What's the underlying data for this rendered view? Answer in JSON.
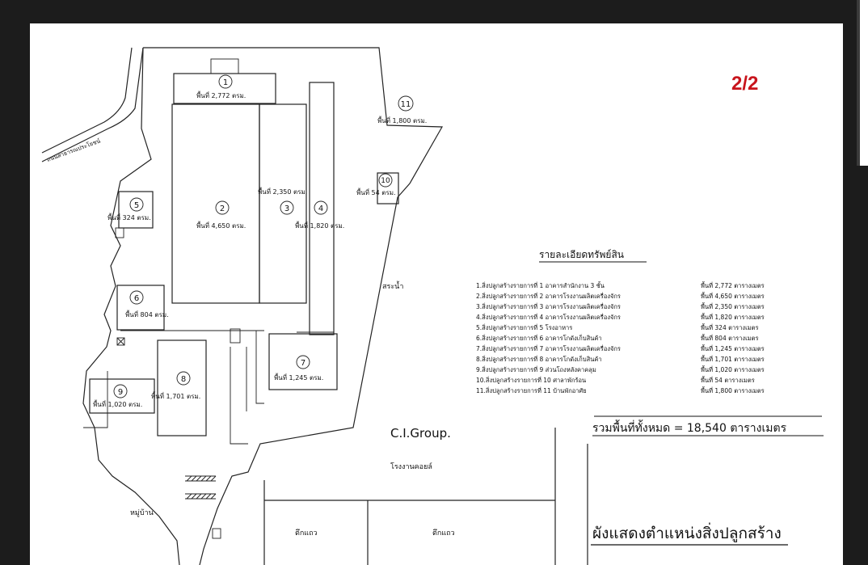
{
  "page_number": "2/2",
  "buildings": [
    {
      "num": "1",
      "area": "พื้นที่ 2,772 ตรม."
    },
    {
      "num": "2",
      "area": "พื้นที่ 4,650 ตรม."
    },
    {
      "num": "3",
      "area": "พื้นที่ 2,350 ตรม."
    },
    {
      "num": "4",
      "area": "พื้นที่ 1,820 ตรม."
    },
    {
      "num": "5",
      "area": "พื้นที่ 324 ตรม."
    },
    {
      "num": "6",
      "area": "พื้นที่ 804 ตรม."
    },
    {
      "num": "7",
      "area": "พื้นที่ 1,245 ตรม."
    },
    {
      "num": "8",
      "area": "พื้นที่ 1,701 ตรม."
    },
    {
      "num": "9",
      "area": "พื้นที่ 1,020 ตรม."
    },
    {
      "num": "10",
      "area": "พื้นที่ 54 ตรม."
    },
    {
      "num": "11",
      "area": "พื้นที่ 1,800 ตรม."
    }
  ],
  "map_labels": {
    "road": "ถนนสาธารณประโยชน์",
    "pond": "สระน้ำ",
    "neighbor_company": "C.I.Group.",
    "neighbor_factory": "โรงงานคอยล์",
    "village": "หมู่บ้าน",
    "shophouse_1": "ตึกแถว",
    "shophouse_2": "ตึกแถว"
  },
  "details": {
    "heading": "รายละเอียดทรัพย์สิน",
    "items": [
      {
        "desc": "1.สิ่งปลูกสร้างรายการที่ 1 อาคารสำนักงาน 3 ชั้น",
        "area": "พื้นที่ 2,772 ตารางเมตร"
      },
      {
        "desc": "2.สิ่งปลูกสร้างรายการที่ 2 อาคารโรงงานผลิตเครื่องจักร",
        "area": "พื้นที่ 4,650 ตารางเมตร"
      },
      {
        "desc": "3.สิ่งปลูกสร้างรายการที่ 3 อาคารโรงงานผลิตเครื่องจักร",
        "area": "พื้นที่ 2,350 ตารางเมตร"
      },
      {
        "desc": "4.สิ่งปลูกสร้างรายการที่ 4 อาคารโรงงานผลิตเครื่องจักร",
        "area": "พื้นที่ 1,820 ตารางเมตร"
      },
      {
        "desc": "5.สิ่งปลูกสร้างรายการที่ 5 โรงอาหาร",
        "area": "พื้นที่ 324 ตารางเมตร"
      },
      {
        "desc": "6.สิ่งปลูกสร้างรายการที่ 6 อาคารโกดังเก็บสินค้า",
        "area": "พื้นที่ 804 ตารางเมตร"
      },
      {
        "desc": "7.สิ่งปลูกสร้างรายการที่ 7 อาคารโรงงานผลิตเครื่องจักร",
        "area": "พื้นที่ 1,245 ตารางเมตร"
      },
      {
        "desc": "8.สิ่งปลูกสร้างรายการที่ 8 อาคารโกดังเก็บสินค้า",
        "area": "พื้นที่ 1,701 ตารางเมตร"
      },
      {
        "desc": "9.สิ่งปลูกสร้างรายการที่ 9 ส่วนโถงหลังคาคลุม",
        "area": "พื้นที่ 1,020 ตารางเมตร"
      },
      {
        "desc": "10.สิ่งปลูกสร้างรายการที่ 10 ศาลาพักร้อน",
        "area": "พื้นที่ 54 ตารางเมตร"
      },
      {
        "desc": "11.สิ่งปลูกสร้างรายการที่ 11 บ้านพักอาศัย",
        "area": "พื้นที่ 1,800 ตารางเมตร"
      }
    ],
    "total": "รวมพื้นที่ทั้งหมด = 18,540 ตารางเมตร"
  },
  "plan_title": "ผังแสดงตำแหน่งสิ่งปลูกสร้าง"
}
